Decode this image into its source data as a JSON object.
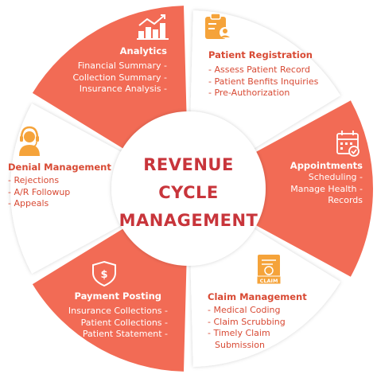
{
  "colors": {
    "accent": "#f26b55",
    "accent_dark": "#d84a34",
    "light_segment": "#ffffff",
    "center_text": "#c8353b",
    "icon_orange": "#f5a33a"
  },
  "center": {
    "line1": "REVENUE",
    "line2": "CYCLE",
    "line3": "MANAGEMENT"
  },
  "segments": {
    "analytics": {
      "title": "Analytics",
      "items": [
        "Financial Summary -",
        "Collection Summary -",
        "Insurance Analysis -"
      ],
      "icon": "bar-chart-icon"
    },
    "patient_registration": {
      "title": "Patient Registration",
      "items": [
        "- Assess Patient Record",
        "- Patient Benfits Inquiries",
        "- Pre-Authorization"
      ],
      "icon": "id-card-icon"
    },
    "appointments": {
      "title": "Appointments",
      "items": [
        "Scheduling -",
        "Manage Health -",
        "Records"
      ],
      "icon": "calendar-icon"
    },
    "claim_management": {
      "title": "Claim Management",
      "items": [
        "- Medical Coding",
        "- Claim Scrubbing",
        "- Timely Claim",
        "Submission"
      ],
      "icon": "claim-document-icon",
      "icon_label": "CLAIM"
    },
    "payment_posting": {
      "title": "Payment Posting",
      "items": [
        "Insurance Collections -",
        "Patient Collections -",
        "Patient Statement -"
      ],
      "icon": "dollar-shield-icon"
    },
    "denial_management": {
      "title": "Denial Management",
      "items": [
        "- Rejections",
        "- A/R Followup",
        "- Appeals"
      ],
      "icon": "headset-agent-icon"
    }
  }
}
